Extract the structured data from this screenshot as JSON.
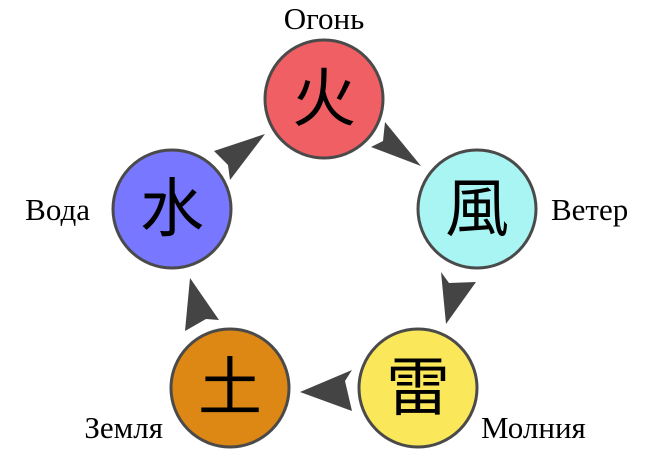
{
  "cycle_direction": "clockwise",
  "arrow_color": "#444444",
  "nodes": [
    {
      "id": "fire",
      "glyph": "火",
      "label": "Огонь",
      "color": "#ef5f63"
    },
    {
      "id": "wind",
      "glyph": "風",
      "label": "Ветер",
      "color": "#a8f5f3"
    },
    {
      "id": "lightning",
      "glyph": "雷",
      "label": "Молния",
      "color": "#fbe85a"
    },
    {
      "id": "earth",
      "glyph": "土",
      "label": "Земля",
      "color": "#dd8714"
    },
    {
      "id": "water",
      "glyph": "水",
      "label": "Вода",
      "color": "#7777ff"
    }
  ]
}
